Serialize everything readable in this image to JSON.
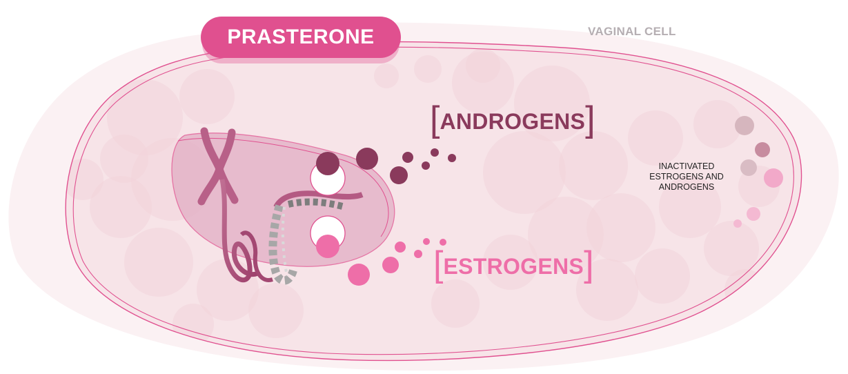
{
  "drug_label": "PRASTERONE",
  "cell_label": "VAGINAL CELL",
  "androgens": {
    "open": "[",
    "text": "ANDROGENS",
    "close": "]"
  },
  "estrogens": {
    "open": "[",
    "text": "ESTROGENS",
    "close": "]"
  },
  "inactivated_label": "INACTIVATED ESTROGENS AND ANDROGENS",
  "colors": {
    "drug_pill": "#e0508f",
    "androgen": "#8a3a5c",
    "estrogen": "#ee6ea8",
    "cell_outline": "#e0508f",
    "cell_fill": "#f7e4e8",
    "nucleus_fill": "#e2aec4",
    "cell_label": "#b5aeb2"
  }
}
